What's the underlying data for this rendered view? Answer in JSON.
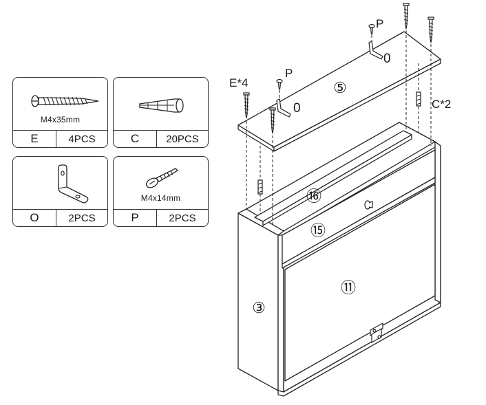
{
  "parts": [
    {
      "code": "E",
      "spec": "M4x35mm",
      "qty": "4PCS",
      "icon": "long-wood-screw-icon"
    },
    {
      "code": "C",
      "spec": "",
      "qty": "20PCS",
      "icon": "wall-plug-dowel-icon"
    },
    {
      "code": "O",
      "spec": "",
      "qty": "2PCS",
      "icon": "l-bracket-icon"
    },
    {
      "code": "P",
      "spec": "M4x14mm",
      "qty": "2PCS",
      "icon": "short-screw-icon"
    }
  ],
  "assembly": {
    "callout_e": "E*4",
    "callout_c": "C*2",
    "callout_p_top": "P",
    "callout_p_left": "P",
    "callout_o_top": "0",
    "callout_o_left": "0",
    "part_5": "⑤",
    "part_16": "⑯",
    "part_15": "⑮",
    "part_11": "⑪",
    "part_3": "③"
  }
}
